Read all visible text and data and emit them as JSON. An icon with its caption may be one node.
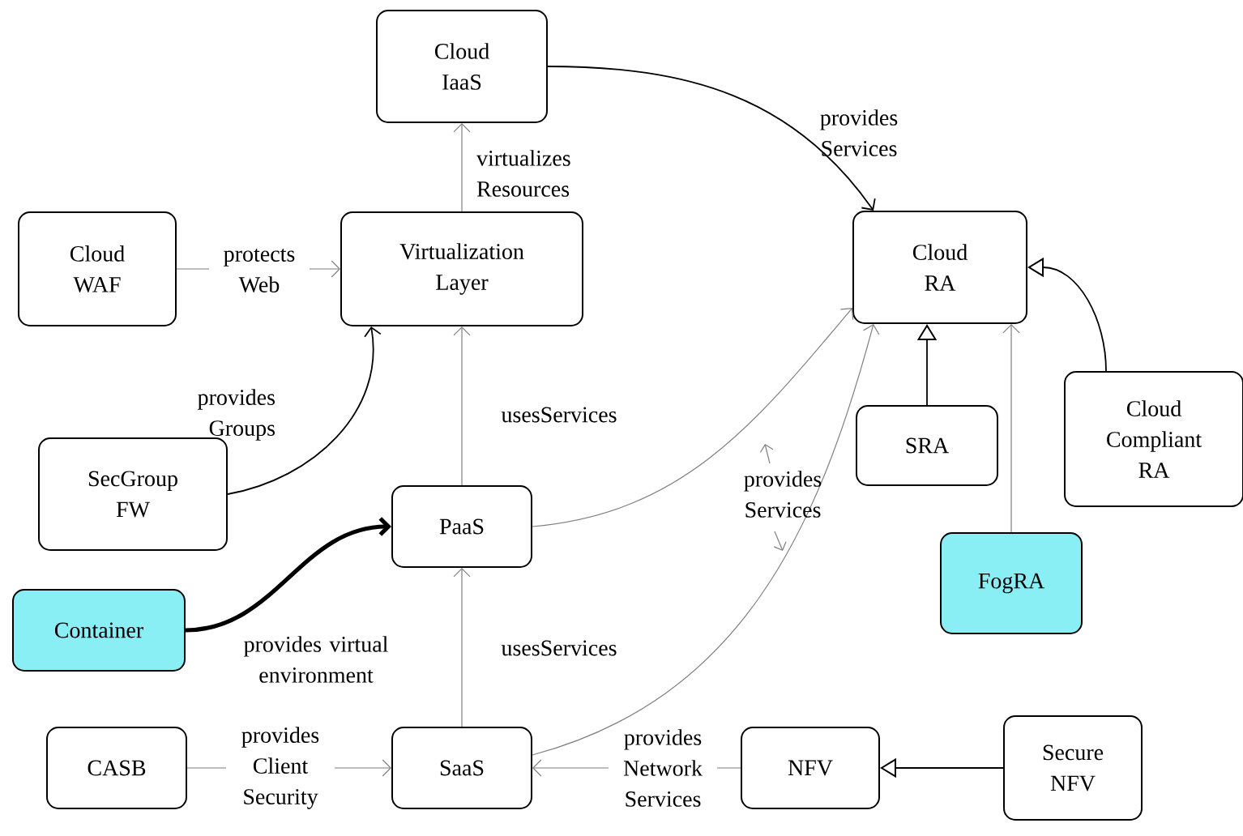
{
  "diagram": {
    "nodes": [
      {
        "text": [
          "Cloud IaaS"
        ]
      },
      {
        "text": [
          "Cloud WAF"
        ]
      },
      {
        "text": [
          "Virtualization Layer"
        ]
      },
      {
        "text": [
          "Cloud RA"
        ]
      },
      {
        "text": [
          "SecGroup FW"
        ]
      },
      {
        "text": [
          "PaaS"
        ]
      },
      {
        "text": [
          "SRA"
        ]
      },
      {
        "text": [
          "Cloud Compliant RA"
        ]
      },
      {
        "text": [
          "Container"
        ]
      },
      {
        "text": [
          "FogRA"
        ]
      },
      {
        "text": [
          "CASB"
        ]
      },
      {
        "text": [
          "SaaS"
        ]
      },
      {
        "text": [
          "NFV"
        ]
      },
      {
        "text": [
          "Secure NFV"
        ]
      }
    ],
    "edges": [
      {
        "from": 0,
        "to": 3,
        "arrow": "to",
        "label": "provides Services",
        "color": "#000000"
      },
      {
        "from": 2,
        "to": 0,
        "arrow": "to",
        "label": "virtualizes Resources"
      },
      {
        "from": 1,
        "to": 2,
        "arrow": "to",
        "label": "protects Web"
      },
      {
        "from": 4,
        "to": 2,
        "arrow": "to",
        "label": "provides Groups",
        "color": "#000000"
      },
      {
        "from": 5,
        "to": 2,
        "arrow": "to",
        "label": "usesServices"
      },
      {
        "from": 5,
        "to": 3,
        "arrow": "to",
        "label": "provides Services"
      },
      {
        "from": 11,
        "to": 3,
        "arrow": "to"
      },
      {
        "from": 8,
        "to": 5,
        "arrow": "to",
        "label": "provides virtual environment",
        "style": "thick",
        "color": "#000000"
      },
      {
        "from": 11,
        "to": 5,
        "arrow": "to",
        "label": "usesServices"
      },
      {
        "from": 10,
        "to": 11,
        "arrow": "to",
        "label": "provides Client Security"
      },
      {
        "from": 12,
        "to": 11,
        "arrow": "to",
        "label": "provides Network Services"
      },
      {
        "from": 13,
        "to": 12,
        "arrow": "to",
        "color": "#000000"
      },
      {
        "from": 6,
        "to": 3,
        "arrow": "to",
        "color": "#000000"
      },
      {
        "from": 9,
        "to": 3,
        "arrow": "to"
      },
      {
        "from": 7,
        "to": 3,
        "arrow": "to",
        "color": "#000000"
      }
    ]
  }
}
